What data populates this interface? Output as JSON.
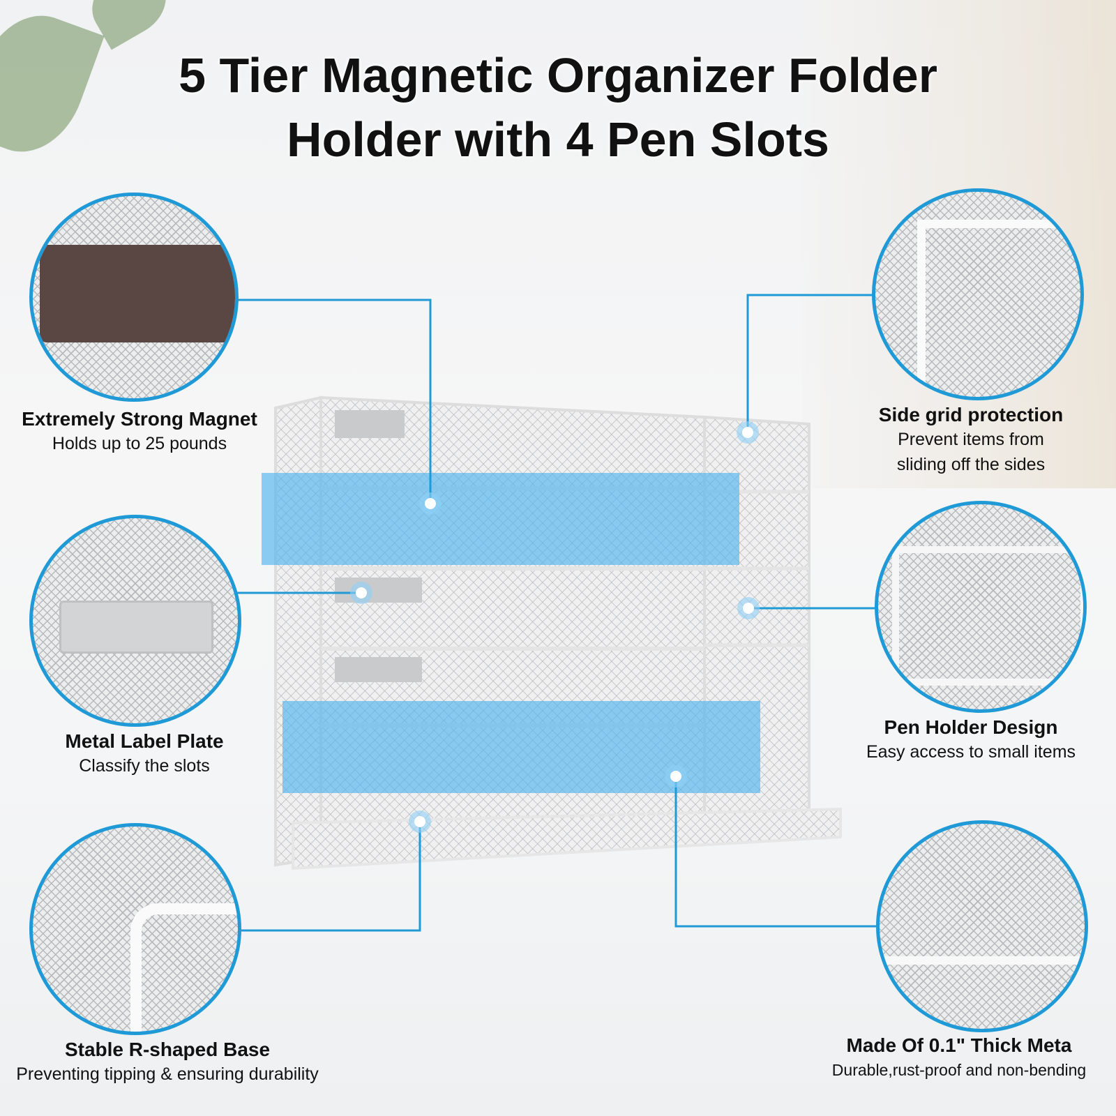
{
  "title": {
    "line1": "5 Tier Magnetic Organizer Folder",
    "line2": "Holder with 4 Pen Slots"
  },
  "features": [
    {
      "heading": "Extremely Strong Magnet",
      "sub": [
        "Holds up to 25 pounds"
      ]
    },
    {
      "heading": "Metal Label Plate",
      "sub": [
        "Classify the slots"
      ]
    },
    {
      "heading": "Stable R-shaped Base",
      "sub": [
        "Preventing tipping & ensuring durability"
      ]
    },
    {
      "heading": "Side grid protection",
      "sub": [
        "Prevent items from",
        "sliding off the sides"
      ]
    },
    {
      "heading": "Pen Holder Design",
      "sub": [
        "Easy access to small items"
      ]
    },
    {
      "heading": "Made Of 0.1\" Thick Meta",
      "sub": [
        "Durable,rust-proof and non-bending"
      ]
    }
  ],
  "colors": {
    "accent": "#1f9ad6",
    "highlight": "#4fb3ee",
    "magnet": "#5a4643"
  }
}
